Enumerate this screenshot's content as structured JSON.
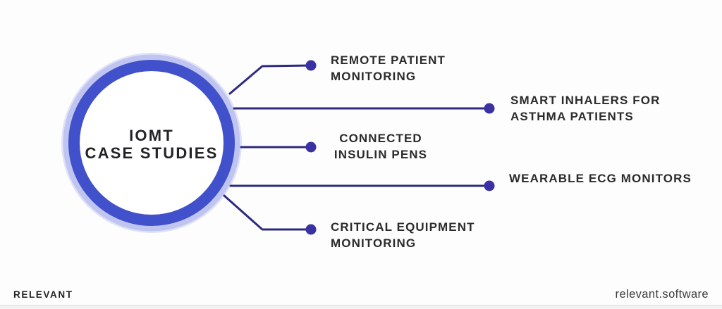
{
  "hub": {
    "title_line1": "IOMT",
    "title_line2": "CASE STUDIES"
  },
  "nodes": [
    {
      "id": "remote-patient-monitoring",
      "line1": "REMOTE PATIENT",
      "line2": "MONITORING"
    },
    {
      "id": "smart-inhalers",
      "line1": "SMART INHALERS FOR",
      "line2": "ASTHMA PATIENTS"
    },
    {
      "id": "connected-insulin-pens",
      "line1": "CONNECTED",
      "line2": "INSULIN PENS"
    },
    {
      "id": "wearable-ecg-monitors",
      "line1": "WEARABLE ECG MONITORS",
      "line2": ""
    },
    {
      "id": "critical-equipment-monitoring",
      "line1": "CRITICAL EQUIPMENT",
      "line2": "MONITORING"
    }
  ],
  "footer": {
    "brand": "RELEVANT",
    "website": "relevant.software"
  },
  "colors": {
    "circle_ring": "#4150cb",
    "circle_glow": "#bfc5f0",
    "circle_glow_outer": "#e0e3f8",
    "circle_fill": "#ffffff",
    "connector": "#2d2a7f",
    "dot": "#3a32a4",
    "text": "#2b2b2d"
  }
}
